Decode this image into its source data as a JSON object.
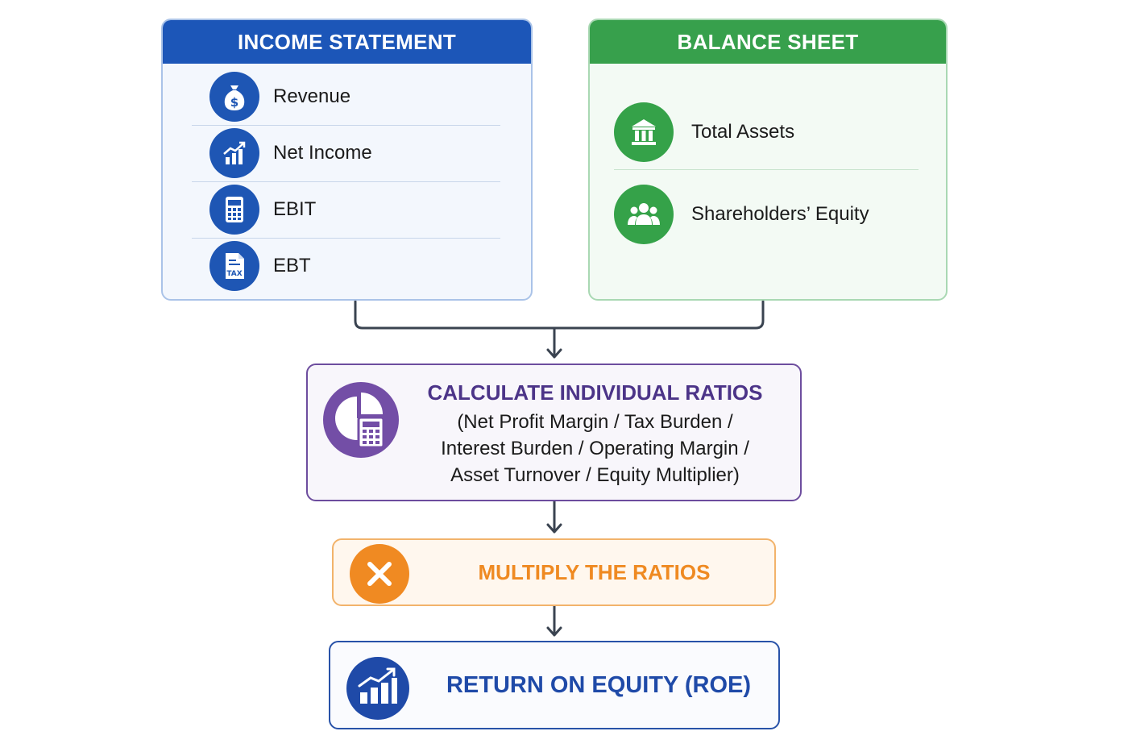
{
  "income_statement": {
    "title": "INCOME STATEMENT",
    "items": [
      {
        "label": "Revenue",
        "icon": "money-bag-icon"
      },
      {
        "label": "Net Income",
        "icon": "growth-chart-icon"
      },
      {
        "label": "EBIT",
        "icon": "calculator-icon"
      },
      {
        "label": "EBT",
        "icon": "tax-document-icon"
      }
    ]
  },
  "balance_sheet": {
    "title": "BALANCE SHEET",
    "items": [
      {
        "label": "Total Assets",
        "icon": "bank-building-icon"
      },
      {
        "label": "Shareholders’ Equity",
        "icon": "people-group-icon"
      }
    ]
  },
  "calculate": {
    "title": "CALCULATE INDIVIDUAL RATIOS",
    "lines": [
      "(Net Profit Margin / Tax Burden /",
      "Interest Burden / Operating Margin /",
      "Asset Turnover / Equity Multiplier)"
    ],
    "icon": "pie-chart-calculator-icon"
  },
  "multiply": {
    "label": "MULTIPLY THE RATIOS",
    "icon": "multiply-x-icon"
  },
  "result": {
    "label": "RETURN ON EQUITY (ROE)",
    "icon": "bar-chart-growth-icon"
  },
  "colors": {
    "income_blue": "#1c56b8",
    "balance_green": "#37a04c",
    "calc_purple": "#734ea6",
    "multiply_orange": "#f08a22",
    "roe_blue": "#1f4aa8",
    "connector": "#3a4350"
  }
}
